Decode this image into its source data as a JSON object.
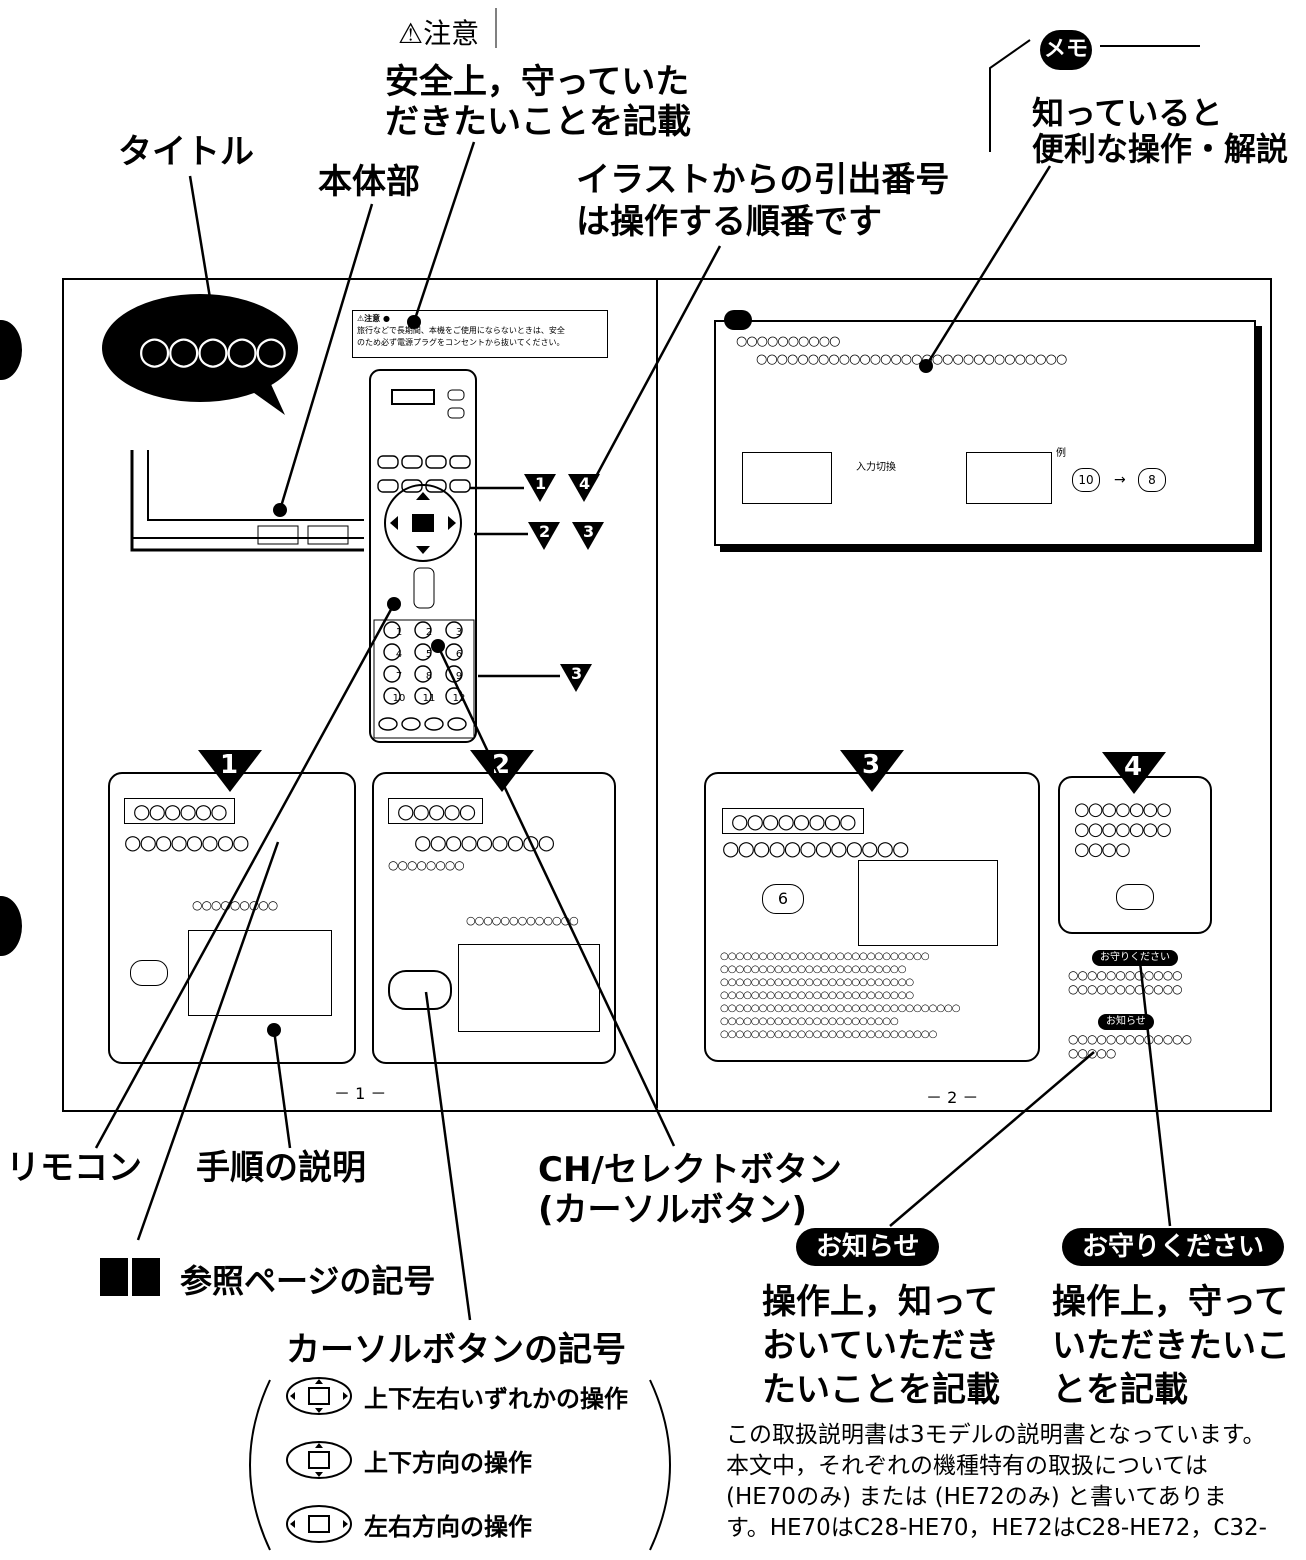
{
  "caution": {
    "heading": "⚠注意",
    "desc_lines": [
      "安全上，守っていた",
      "だきたいことを記載"
    ]
  },
  "title_label": "タイトル",
  "body_label": "本体部",
  "illust_label": [
    "イラストからの引出番号",
    "は操作する順番です"
  ],
  "memo": {
    "badge": "メモ",
    "desc_lines": [
      "知っていると",
      "便利な操作・解説"
    ]
  },
  "bubble_text": "○○○○○",
  "inner_caution": {
    "heading": "注意",
    "lines": [
      "旅行などで長期間、本機をご使用にならないときは、安全",
      "のため必ず電源プラグをコンセントから抜いてください。"
    ]
  },
  "inner_memo": {
    "line1": "○○○○○○○○○○",
    "line2": "○○○○○○○○○○○○○○○○○○○○○○○○○○○○○○",
    "input_label": "入力切換",
    "ex_label": "例",
    "key_a": "10",
    "key_b": "8"
  },
  "remote_keys": [
    "1",
    "2",
    "3",
    "4",
    "5",
    "6",
    "7",
    "8",
    "9",
    "10",
    "11",
    "12"
  ],
  "step_markers": [
    "1",
    "4",
    "2",
    "3",
    "3"
  ],
  "steps": [
    {
      "num": "1",
      "box": "○○○○○○",
      "line": "○○○○○○○○",
      "small": "○○○○○○○○○"
    },
    {
      "num": "2",
      "box": "○○○○○",
      "line": "○○○○○○○○○",
      "small": "○○○○○○○○",
      "small2": "○○○○○○○○○○○○○"
    },
    {
      "num": "3",
      "box": "○○○○○○○○",
      "line": "○○○○○○○○○○○○",
      "button": "6",
      "para": [
        "○○○○○○○○○○○○○○○○○○○○○○○○○○○",
        "○○○○○○○○○○○○○○○○○○○○○○○○",
        "○○○○○○○○○○○○○○○○○○○○○○○○○",
        "○○○○○○○○○○○○○○○○○○○○○○○○○",
        "○○○○○○○○○○○○○○○○○○○○○○○○○○○○○○○",
        "○○○○○○○○○○○○○○○○○○○○○○○",
        "○○○○○○○○○○○○○○○○○○○○○○○○○○○○"
      ]
    },
    {
      "num": "4",
      "lines": [
        "○○○○○○○",
        "○○○○○○○",
        "○○○○"
      ]
    }
  ],
  "inner_pills": {
    "caution_pill": "お守りください",
    "caution_text": [
      "○○○○○○○○○○○○",
      "○○○○○○○○○○○○"
    ],
    "info_pill": "お知らせ",
    "info_text": [
      "○○○○○○○○○○○○○",
      "○○○○○"
    ]
  },
  "page_numbers": [
    "－ 1 －",
    "－ 2 －"
  ],
  "remote_label": "リモコン",
  "procedure_label": "手順の説明",
  "ch_select_label": [
    "CH/セレクトボタン",
    "(カーソルボタン)"
  ],
  "ref_page_label": "参照ページの記号",
  "cursor_symbol": {
    "title": "カーソルボタンの記号",
    "items": [
      "上下左右いずれかの操作",
      "上下方向の操作",
      "左右方向の操作"
    ]
  },
  "info": {
    "pill": "お知らせ",
    "desc_lines": [
      "操作上，知って",
      "おいていただき",
      "たいことを記載"
    ]
  },
  "caution_keep": {
    "pill": "お守りください",
    "desc_lines": [
      "操作上，守って",
      "いただきたいこ",
      "とを記載"
    ]
  },
  "footnote_lines": [
    "この取扱説明書は3モデルの説明書となっています。",
    "本文中，それぞれの機種特有の取扱については",
    "(HE70のみ) または (HE72のみ) と書いてありま",
    "す。HE70はC28-HE70，HE72はC28-HE72，C32-"
  ]
}
